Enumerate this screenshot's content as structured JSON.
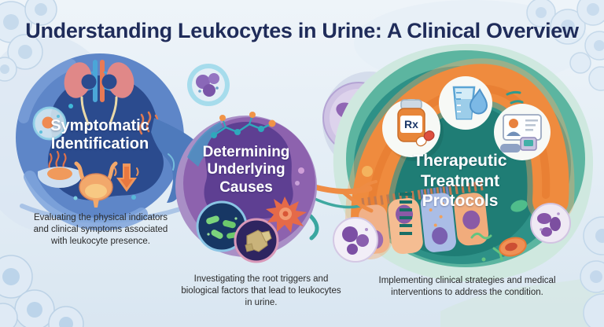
{
  "title": "Understanding Leukocytes in Urine: A Clinical Overview",
  "stages": [
    {
      "label": "Symptomatic Identification",
      "caption": "Evaluating the physical indicators and clinical symptoms associated with leukocyte presence.",
      "icons": [
        "kidneys-icon",
        "cell-icon",
        "heat-waves-icon",
        "sample-bowl-icon",
        "bladder-icon",
        "down-arrow-icon"
      ]
    },
    {
      "label": "Determining Underlying Causes",
      "caption": "Investigating the root triggers and biological factors that lead to leukocytes in urine.",
      "icons": [
        "molecule-icon",
        "bacteria-icon",
        "kidney-stones-icon",
        "inflamed-cell-icon"
      ]
    },
    {
      "label": "Therapeutic Treatment Protocols",
      "caption": "Implementing clinical strategies and medical interventions to address the condition.",
      "icons": [
        "rx-bottle-icon",
        "measuring-cup-icon",
        "patient-monitor-icon"
      ]
    }
  ],
  "icon_labels": {
    "rx": "Rx"
  },
  "palette": {
    "title_navy": "#1f2c5a",
    "stage1_blue_outer": "#5e86c8",
    "stage1_blue_inner": "#2b4b8e",
    "stage2_purple_outer": "#a98fc6",
    "stage2_purple_inner": "#5e3f92",
    "stage3_mint": "#cfe8df",
    "stage3_teal": "#2e9187",
    "stage3_teal_dark": "#1f7d75",
    "stage3_orange_band": "#ef8b3e",
    "background_blue": "#e3edf5",
    "caption_text": "#2a2a2a"
  }
}
